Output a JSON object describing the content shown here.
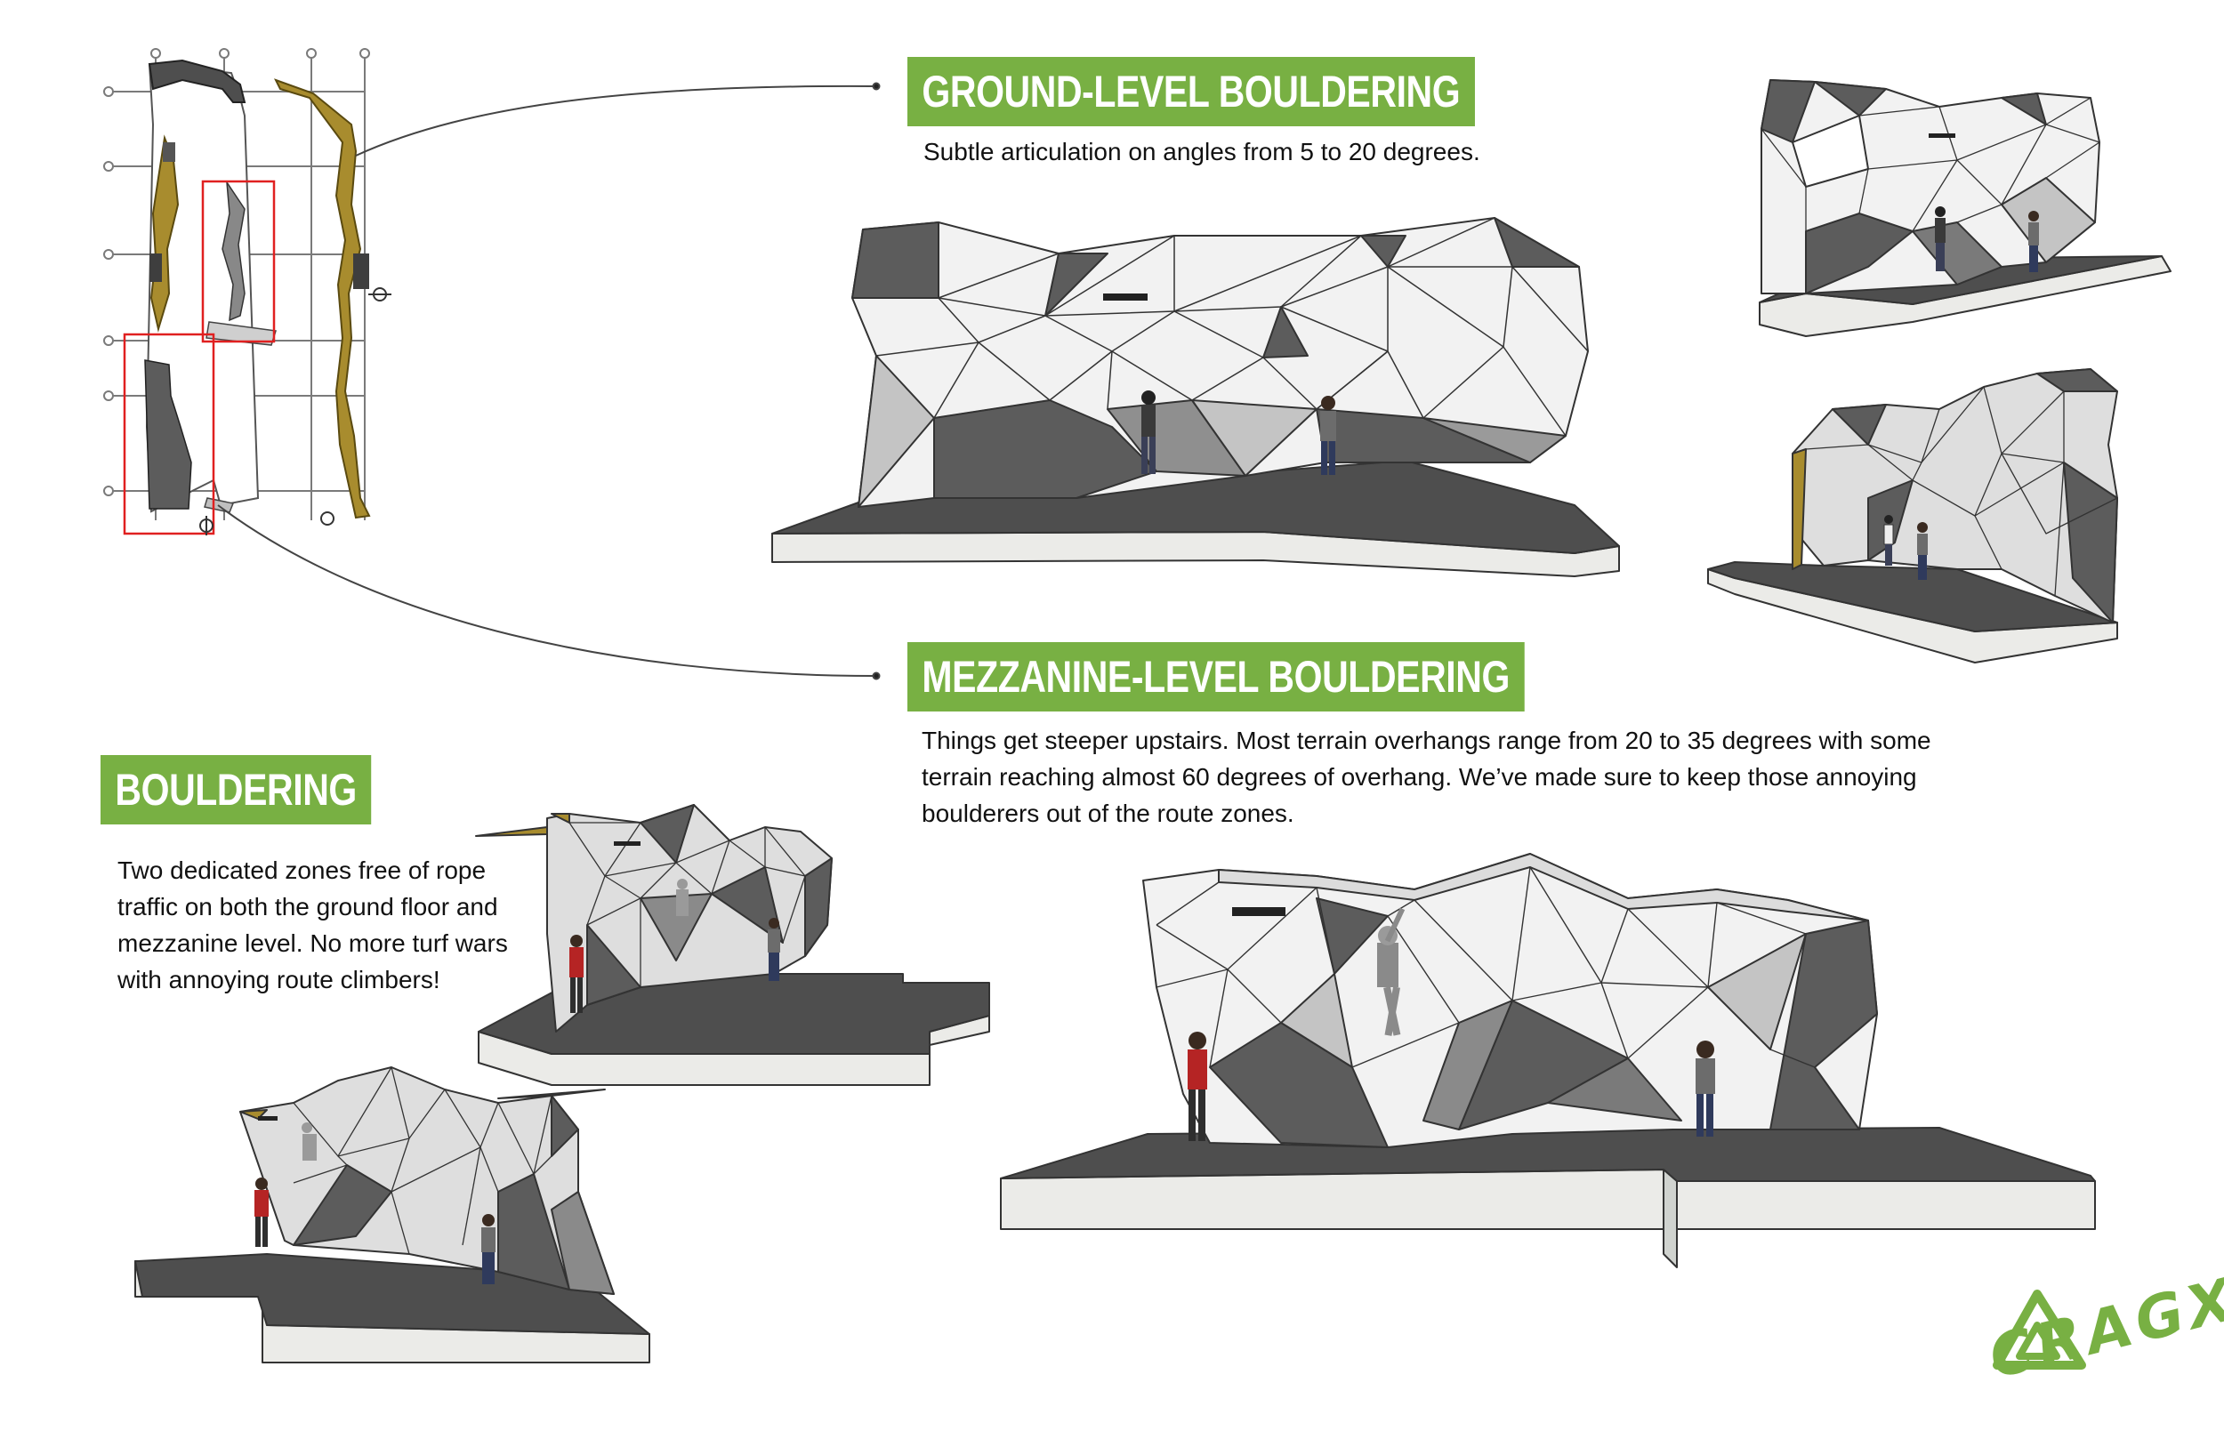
{
  "sections": {
    "ground": {
      "title": "GROUND-LEVEL BOULDERING",
      "description": "Subtle articulation on angles from 5 to 20 degrees."
    },
    "mezzanine": {
      "title": "MEZZANINE-LEVEL BOULDERING",
      "description_lines": [
        "Things get steeper upstairs. Most terrain overhangs range from 20 to 35 degrees with some",
        "terrain reaching almost 60 degrees of overhang. We’ve made sure to keep those annoying",
        "boulderers out of the route zones."
      ]
    },
    "bouldering": {
      "title": "BOULDERING",
      "description_lines": [
        "Two dedicated zones free of rope",
        "traffic on both the ground floor and",
        "mezzanine level. No more turf wars",
        "with annoying route climbers!"
      ]
    }
  },
  "logo": {
    "text": "CRAGX"
  },
  "colors": {
    "accent": "#78b043",
    "floor": "#4e4e4e",
    "wall_light": "#f2f2f2",
    "wall_mid": "#c4c4c4",
    "wall_dark": "#5c5c5c",
    "plan_gold": "#a88c2e",
    "highlight_box": "#e02020"
  }
}
